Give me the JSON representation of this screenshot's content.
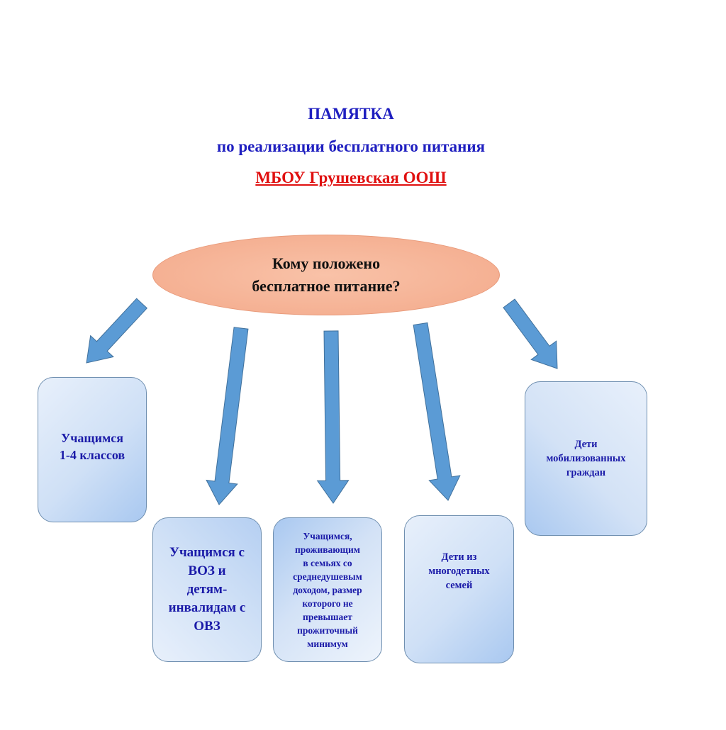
{
  "header": {
    "title": "ПАМЯТКА",
    "subtitle": "по реализации бесплатного питания",
    "school": "МБОУ Грушевская ООШ"
  },
  "center": {
    "question": "Кому положено\nбесплатное питание?"
  },
  "boxes": [
    {
      "text": "Учащимся\n1-4 классов"
    },
    {
      "text": "Учащимся с\nВОЗ и\nдетям-\nинвалидам с\nОВЗ"
    },
    {
      "text": "Учащимся,\nпроживающим\nв семьях со\nсреднедушевым\nдоходом, размер\nкоторого не\nпревышает\nпрожиточный\nминимум"
    },
    {
      "text": "Дети из\nмногодетных\nсемей"
    },
    {
      "text": "Дети\nмобилизованных\nграждан"
    }
  ],
  "colors": {
    "title": "#1f1fc0",
    "school": "#e01010",
    "arrow": "#5b9bd5",
    "ellipse": "#f5b093"
  }
}
